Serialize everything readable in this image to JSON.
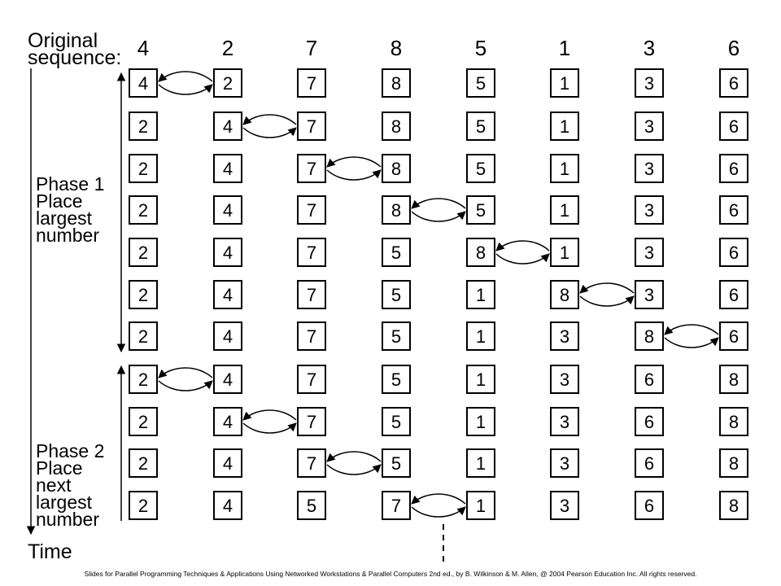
{
  "labels": {
    "original_line1": "Original",
    "original_line2": "sequence:",
    "phase1": [
      "Phase 1",
      "Place",
      "largest",
      "number"
    ],
    "phase2": [
      "Phase 2",
      "Place",
      "next",
      "largest",
      "number"
    ],
    "time": "Time"
  },
  "original_sequence": [
    "4",
    "2",
    "7",
    "8",
    "5",
    "1",
    "3",
    "6"
  ],
  "rows": [
    [
      "4",
      "2",
      "7",
      "8",
      "5",
      "1",
      "3",
      "6"
    ],
    [
      "2",
      "4",
      "7",
      "8",
      "5",
      "1",
      "3",
      "6"
    ],
    [
      "2",
      "4",
      "7",
      "8",
      "5",
      "1",
      "3",
      "6"
    ],
    [
      "2",
      "4",
      "7",
      "8",
      "5",
      "1",
      "3",
      "6"
    ],
    [
      "2",
      "4",
      "7",
      "5",
      "8",
      "1",
      "3",
      "6"
    ],
    [
      "2",
      "4",
      "7",
      "5",
      "1",
      "8",
      "3",
      "6"
    ],
    [
      "2",
      "4",
      "7",
      "5",
      "1",
      "3",
      "8",
      "6"
    ],
    [
      "2",
      "4",
      "7",
      "5",
      "1",
      "3",
      "6",
      "8"
    ],
    [
      "2",
      "4",
      "7",
      "5",
      "1",
      "3",
      "6",
      "8"
    ],
    [
      "2",
      "4",
      "7",
      "5",
      "1",
      "3",
      "6",
      "8"
    ],
    [
      "2",
      "4",
      "5",
      "7",
      "1",
      "3",
      "6",
      "8"
    ]
  ],
  "swap_pairs": [
    0,
    1,
    2,
    3,
    4,
    5,
    6,
    0,
    1,
    2,
    3
  ],
  "footer": "Slides for Parallel Programming Techniques & Applications Using Networked Workstations & Parallel Computers 2nd ed., by B. Wilkinson & M. Allen, @ 2004 Pearson Education Inc. All rights reserved."
}
